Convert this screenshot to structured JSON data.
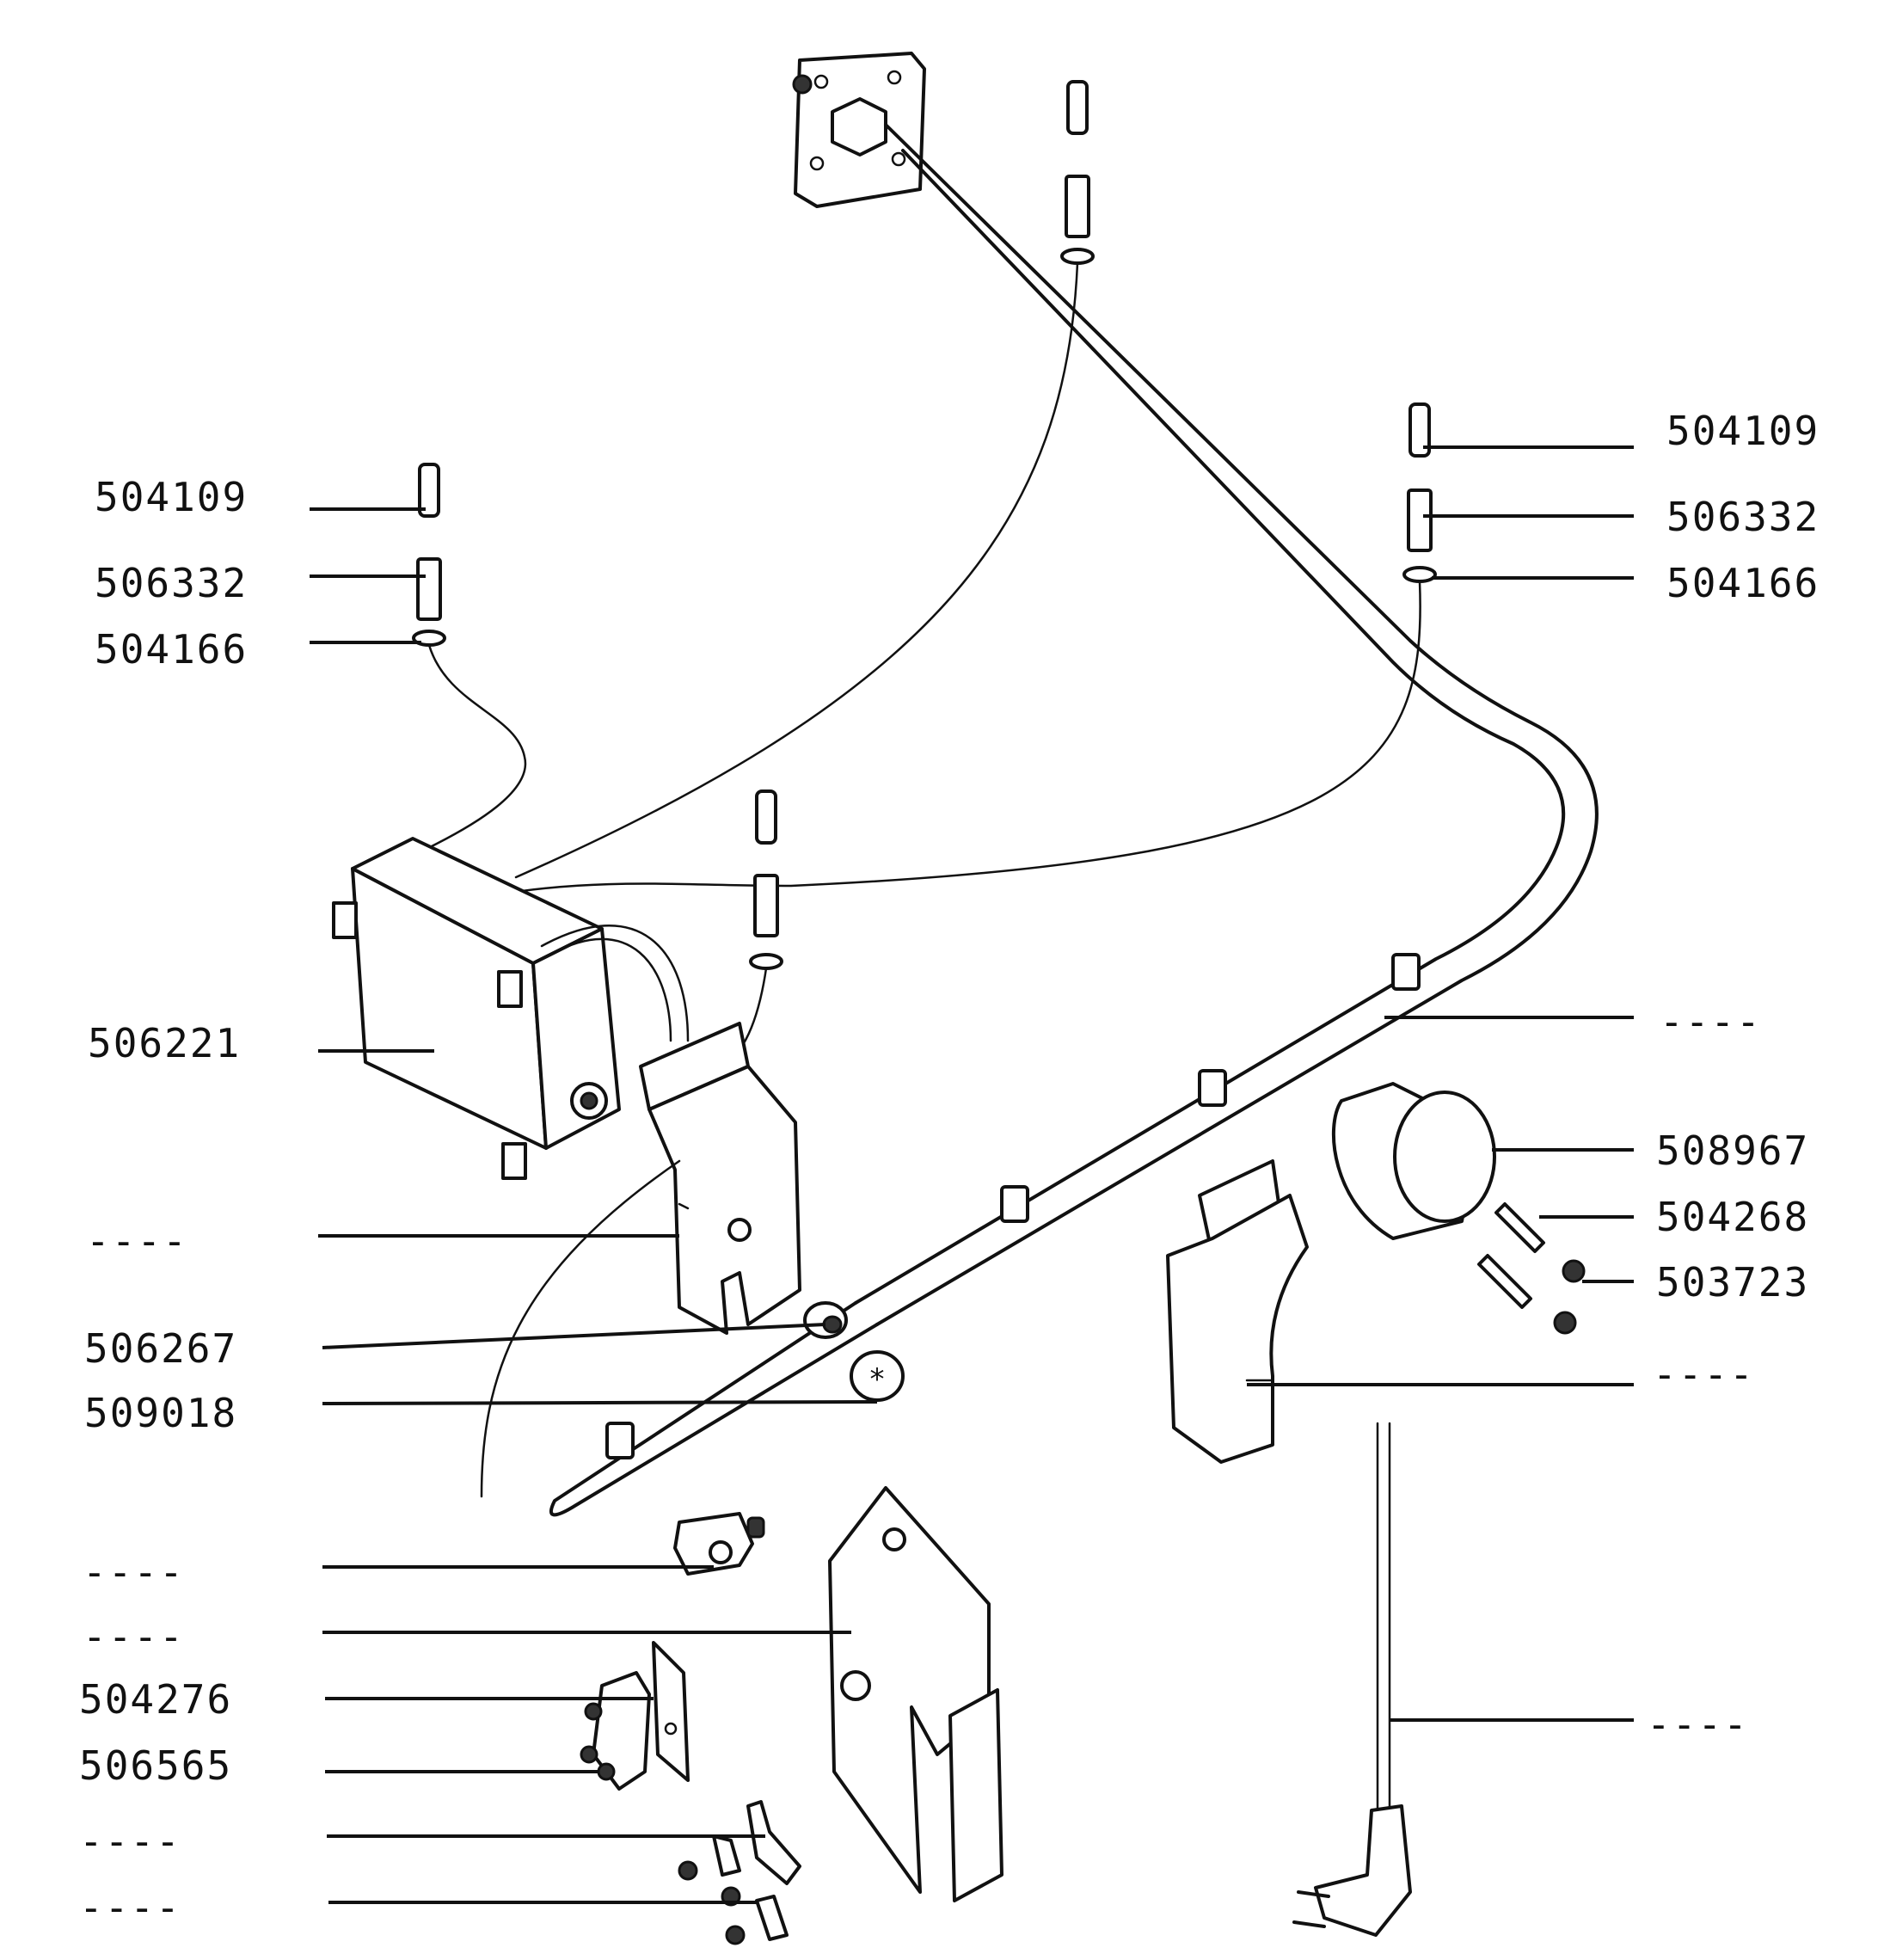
{
  "labels": {
    "top_right": [
      "504109",
      "506332",
      "504166"
    ],
    "top_left": [
      "504109",
      "506332",
      "504166"
    ],
    "switch_box": "506221",
    "bracket": "----",
    "knob_bushing": "506267",
    "knob": "509018",
    "right_upper_rail": "----",
    "cap": "508967",
    "fuse": "504268",
    "screw_small": "503723",
    "right_bracket": "----",
    "clip": "----",
    "cover_plate": "----",
    "terminal_block": "504276",
    "terminal_screws": "506565",
    "lug_a": "----",
    "lug_b": "----",
    "power_cord": "----"
  },
  "icons": {
    "connector_pin": "connector-pin-icon",
    "washer": "washer-icon",
    "plug": "power-plug-icon"
  }
}
